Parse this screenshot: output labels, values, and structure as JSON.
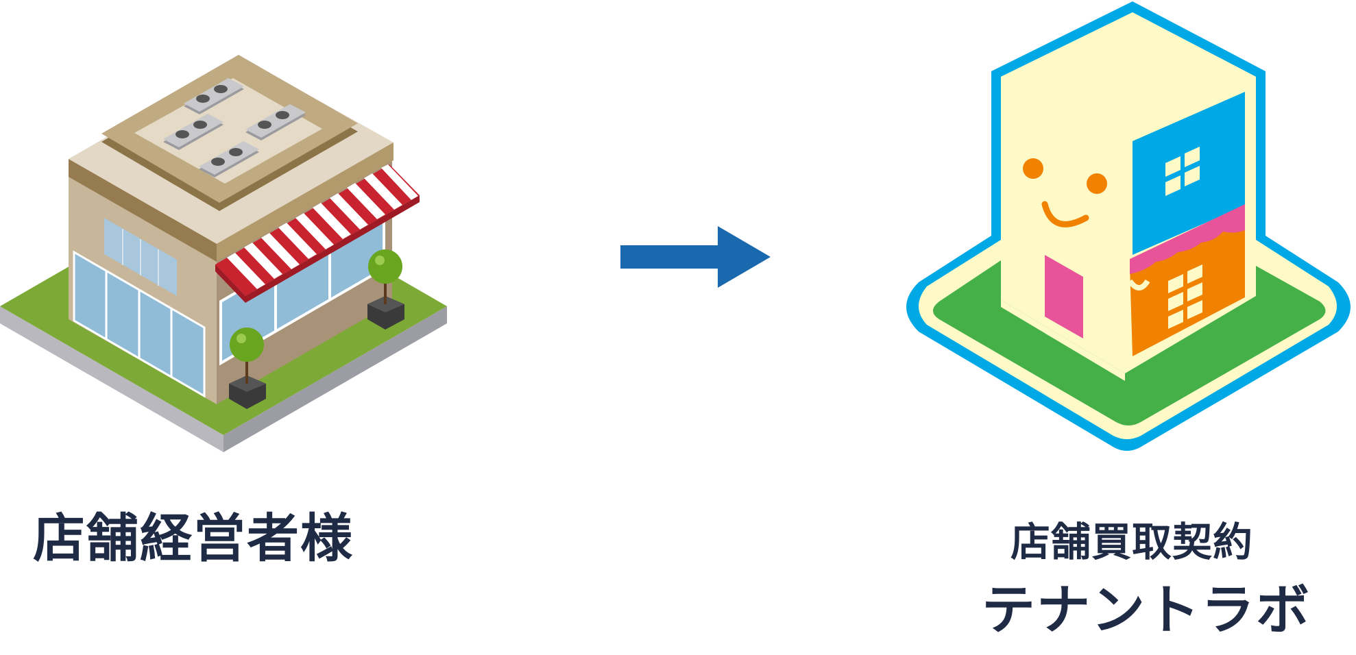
{
  "left": {
    "caption": "店舗経営者様"
  },
  "right": {
    "caption_top": "店舗買取契約",
    "caption_bottom": "テナントラボ"
  },
  "colors": {
    "text": "#1f2a44",
    "arrow": "#1a68ad",
    "logo_outline": "#00a9e6",
    "logo_cream": "#fdfac8",
    "logo_green": "#45b048",
    "logo_blue": "#00a9e6",
    "logo_orange": "#f08200",
    "logo_pink": "#e85399",
    "awning_red": "#c8232f",
    "lawn_green": "#7da936"
  },
  "icons": {
    "left": "shop-building-illustration",
    "middle": "right-arrow",
    "right": "tenant-lab-logo"
  }
}
